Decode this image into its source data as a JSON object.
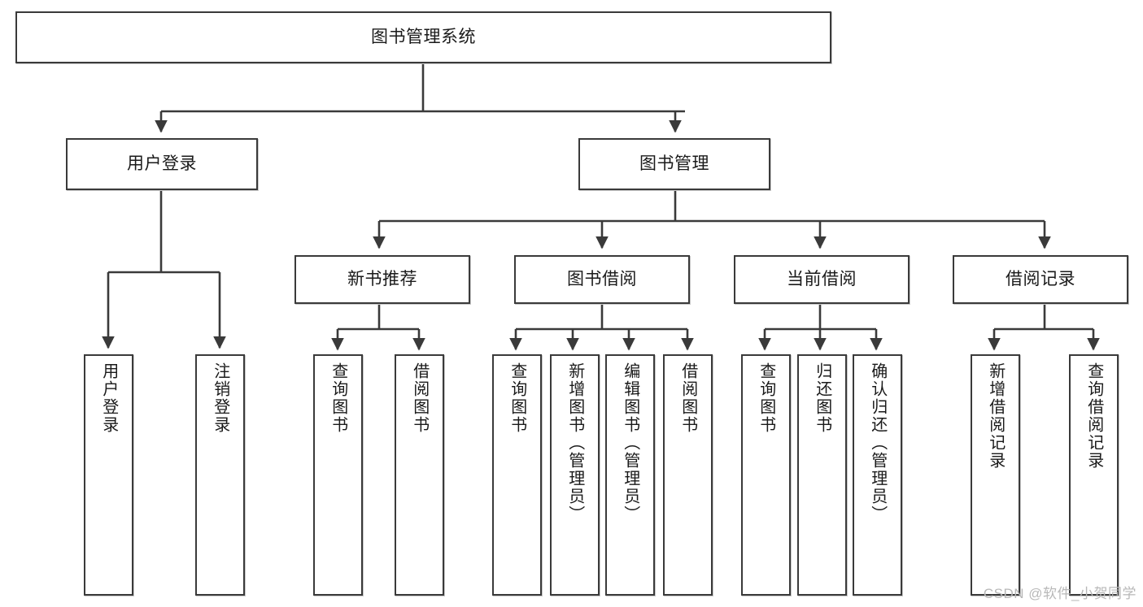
{
  "diagram": {
    "type": "tree-hierarchy",
    "title": "图书管理系统",
    "watermark": "CSDN @软件_小贺同学",
    "colors": {
      "box_border": "#3a3a3a",
      "box_fill": "#ffffff",
      "link": "#3a3a3a",
      "text": "#1a1a1a",
      "watermark": "#b8b8b8"
    },
    "nodes": {
      "root": {
        "label": "图书管理系统"
      },
      "level2": [
        {
          "id": "user-login",
          "label": "用户登录"
        },
        {
          "id": "book-management",
          "label": "图书管理"
        }
      ],
      "level3": [
        {
          "id": "new-book-recommend",
          "label": "新书推荐"
        },
        {
          "id": "book-borrow",
          "label": "图书借阅"
        },
        {
          "id": "current-borrow",
          "label": "当前借阅"
        },
        {
          "id": "borrow-record",
          "label": "借阅记录"
        }
      ],
      "leaves": {
        "user_login": [
          {
            "id": "leaf-user-login",
            "label": "用户登录"
          },
          {
            "id": "leaf-logout-login",
            "label": "注销登录"
          }
        ],
        "new_book_recommend": [
          {
            "id": "leaf-query-book-1",
            "label": "查询图书"
          },
          {
            "id": "leaf-borrow-book-1",
            "label": "借阅图书"
          }
        ],
        "book_borrow": [
          {
            "id": "leaf-query-book-2",
            "label": "查询图书"
          },
          {
            "id": "leaf-add-book",
            "label": "新增图书（管理员）"
          },
          {
            "id": "leaf-edit-book",
            "label": "编辑图书（管理员）"
          },
          {
            "id": "leaf-borrow-book-2",
            "label": "借阅图书"
          }
        ],
        "current_borrow": [
          {
            "id": "leaf-query-book-3",
            "label": "查询图书"
          },
          {
            "id": "leaf-return-book",
            "label": "归还图书"
          },
          {
            "id": "leaf-confirm-return",
            "label": "确认归还（管理员）"
          }
        ],
        "borrow_record": [
          {
            "id": "leaf-add-record",
            "label": "新增借阅记录"
          },
          {
            "id": "leaf-query-record",
            "label": "查询借阅记录"
          }
        ]
      }
    }
  }
}
